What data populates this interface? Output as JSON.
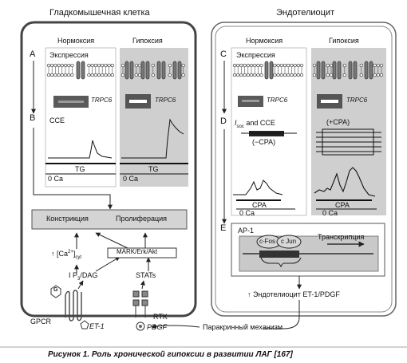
{
  "cells": {
    "smooth": {
      "title": "Гладкомышечная клетка",
      "normoxia": "Нормоксия",
      "hypoxia": "Гипоксия",
      "label_a": "A",
      "label_b": "B",
      "expression": "Экспрессия",
      "gene": "TRPC6",
      "cce": "CCE",
      "tg": "TG",
      "zero_ca": "0 Ca",
      "constriction": "Констрикция",
      "proliferation": "Пролиферация",
      "ca_main": "↑ [Ca",
      "ca_sup": "2+",
      "ca_end": "]",
      "ca_sub": "cyt",
      "ip3_main": "I P",
      "ip3_sub": "3",
      "ip3_end": "/DAG",
      "mapk": "MARK/Erk/Akt",
      "stats": "STATs",
      "g_label": "G",
      "gpcr": "GPCR",
      "et1": "ET-1",
      "rtk": "RTK",
      "pdgf": "PDGF"
    },
    "endothelial": {
      "title": "Эндотелиоцит",
      "normoxia": "Нормоксия",
      "hypoxia": "Гипоксия",
      "label_c": "C",
      "label_d": "D",
      "label_e": "E",
      "expression": "Экспрессия",
      "gene": "TRPC6",
      "isoc_main": "I",
      "isoc_sub": "soc",
      "isoc_end": " and CCE",
      "minus_cpa": "(−CPA)",
      "plus_cpa": "(+CPA)",
      "cpa": "CPA",
      "zero_ca": "0 Ca",
      "ap1": "AP-1",
      "cfos": "c-Fos",
      "cjun": "c Jun",
      "transcription": "Транскрипция",
      "output": "↑ Эндотелиоцит  ET-1/PDGF"
    }
  },
  "paracrine": "Паракринный механизм",
  "caption": "Рисунок 1. Роль хронической гипоксии в развитии ЛАГ [167]"
}
